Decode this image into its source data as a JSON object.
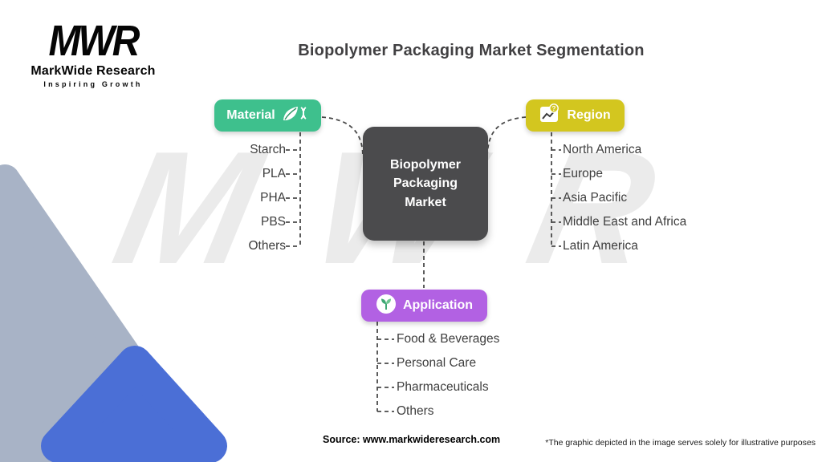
{
  "logo": {
    "mark": "MWR",
    "name": "MarkWide Research",
    "tagline": "Inspiring Growth"
  },
  "title": "Biopolymer Packaging Market Segmentation",
  "watermark": "MWR",
  "center": {
    "label": "Biopolymer Packaging Market"
  },
  "branches": {
    "material": {
      "label": "Material",
      "icon": "leaf-dna-icon",
      "color": "#3ec08d",
      "items": [
        "Starch",
        "PLA",
        "PHA",
        "PBS",
        "Others"
      ]
    },
    "region": {
      "label": "Region",
      "icon": "chart-question-icon",
      "color": "#d3c61f",
      "items": [
        "North America",
        "Europe",
        "Asia Pacific",
        "Middle East and Africa",
        "Latin America"
      ]
    },
    "application": {
      "label": "Application",
      "icon": "plant-sprout-icon",
      "color": "#b261e3",
      "items": [
        "Food & Beverages",
        "Personal Care",
        "Pharmaceuticals",
        "Others"
      ]
    }
  },
  "footer": {
    "source": "Source: www.markwideresearch.com",
    "disclaimer": "*The graphic depicted in the image serves solely for illustrative purposes"
  },
  "colors": {
    "center_node": "#4b4b4d",
    "watermark": "#ebebeb",
    "corner_shape_gray": "#a8b3c6",
    "corner_shape_blue": "#4b6fd6",
    "connector": "#4a4a4a",
    "title_text": "#414042"
  }
}
